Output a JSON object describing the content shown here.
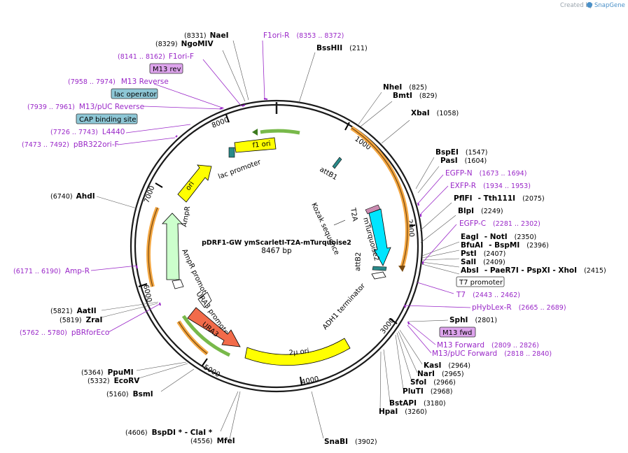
{
  "credit": {
    "prefix": "Created by",
    "brand": "SnapGene"
  },
  "plasmid": {
    "name": "pDRF1-GW ymScarletI-T2A-mTurquoise2",
    "length": "8467 bp"
  },
  "scale_ticks": [
    "1000",
    "2000",
    "3000",
    "4000",
    "5000",
    "6000",
    "7000",
    "8000"
  ],
  "enzymes": [
    {
      "name": "NaeI",
      "pos": "(8331)"
    },
    {
      "name": "NgoMIV",
      "pos": "(8329)"
    },
    {
      "name": "BssHII",
      "pos": "(211)"
    },
    {
      "name": "NheI",
      "pos": "(825)"
    },
    {
      "name": "BmtI",
      "pos": "(829)"
    },
    {
      "name": "XbaI",
      "pos": "(1058)"
    },
    {
      "name": "BspEI",
      "pos": "(1547)"
    },
    {
      "name": "PasI",
      "pos": "(1604)"
    },
    {
      "name": "PflFI",
      "alt": "- Tth111I",
      "pos": "(2075)"
    },
    {
      "name": "BlpI",
      "pos": "(2249)"
    },
    {
      "name": "EagI",
      "alt": "- NotI",
      "pos": "(2350)"
    },
    {
      "name": "BfuAI",
      "alt": "- BspMI",
      "pos": "(2396)"
    },
    {
      "name": "PstI",
      "pos": "(2407)"
    },
    {
      "name": "SalI",
      "pos": "(2409)"
    },
    {
      "name": "AbsI",
      "alt": "- PaeR7I - PspXI - XhoI",
      "pos": "(2415)"
    },
    {
      "name": "SphI",
      "pos": "(2801)"
    },
    {
      "name": "KasI",
      "pos": "(2964)"
    },
    {
      "name": "NarI",
      "pos": "(2965)"
    },
    {
      "name": "SfoI",
      "pos": "(2966)"
    },
    {
      "name": "PluTI",
      "pos": "(2968)"
    },
    {
      "name": "BstAPI",
      "pos": "(3180)"
    },
    {
      "name": "HpaI",
      "pos": "(3260)"
    },
    {
      "name": "SnaBI",
      "pos": "(3902)"
    },
    {
      "name": "MfeI",
      "pos": "(4556)"
    },
    {
      "name": "BspDI * - ClaI *",
      "pos": "(4606)"
    },
    {
      "name": "BsmI",
      "pos": "(5160)"
    },
    {
      "name": "EcoRV",
      "pos": "(5332)"
    },
    {
      "name": "PpuMI",
      "pos": "(5364)"
    },
    {
      "name": "ZraI",
      "pos": "(5819)"
    },
    {
      "name": "AatII",
      "pos": "(5821)"
    },
    {
      "name": "AhdI",
      "pos": "(6740)"
    }
  ],
  "primers": [
    {
      "name": "F1ori-R",
      "pos": "(8353 .. 8372)"
    },
    {
      "name": "F1ori-F",
      "pos": "(8141 .. 8162)"
    },
    {
      "name": "M13 Reverse",
      "pos": "(7958 .. 7974)"
    },
    {
      "name": "M13/pUC Reverse",
      "pos": "(7939 .. 7961)"
    },
    {
      "name": "L4440",
      "pos": "(7726 .. 7743)"
    },
    {
      "name": "pBR322ori-F",
      "pos": "(7473 .. 7492)"
    },
    {
      "name": "Amp-R",
      "pos": "(6171 .. 6190)"
    },
    {
      "name": "pBRforEco",
      "pos": "(5762 .. 5780)"
    },
    {
      "name": "EGFP-N",
      "pos": "(1673 .. 1694)"
    },
    {
      "name": "EXFP-R",
      "pos": "(1934 .. 1953)"
    },
    {
      "name": "EGFP-C",
      "pos": "(2281 .. 2302)"
    },
    {
      "name": "T7",
      "pos": "(2443 .. 2462)"
    },
    {
      "name": "pHybLex-R",
      "pos": "(2665 .. 2689)"
    },
    {
      "name": "M13 Forward",
      "pos": "(2809 .. 2826)"
    },
    {
      "name": "M13/pUC Forward",
      "pos": "(2818 .. 2840)"
    }
  ],
  "boxed_features": {
    "m13_rev": "M13 rev",
    "lac_operator": "lac operator",
    "cap_site": "CAP binding site",
    "t7_promoter": "T7 promoter",
    "m13_fwd": "M13 fwd"
  },
  "map_features": {
    "f1_ori": "f1 ori",
    "lac_promoter": "lac promoter",
    "ori": "ori",
    "ampr": "AmpR",
    "ampr_promoter": "AmpR promoter",
    "ura3_promoter": "URA3 promoter",
    "ura3": "URA3",
    "two_mu_ori": "2μ ori",
    "adh1_terminator": "ADH1 terminator",
    "attb1": "attB1",
    "attb2": "attB2",
    "kozak": "Kozak sequence",
    "t2a": "T2A",
    "mturquoise2": "mTurquoise2"
  },
  "colors": {
    "backbone": "#1a1a1a",
    "primer": "#9a28c8",
    "ori_yellow": "#ffff00",
    "ampr_green": "#ccffcc",
    "ura3_orange": "#f26b4a",
    "cyan": "#00e5ff",
    "orange_outline": "#f4a742",
    "feature_green": "#78b94a",
    "lac_op_box": "#8ec7d6",
    "m13_box": "#dda4ec"
  }
}
